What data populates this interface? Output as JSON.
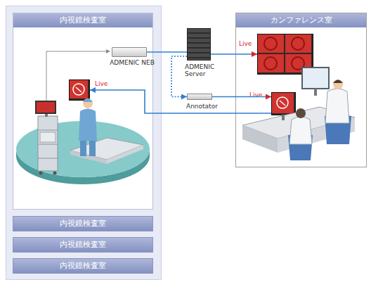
{
  "diagram": {
    "nodes": [
      {
        "text": [
          "内視鏡検査室"
        ]
      },
      {
        "text": [
          "ADMENIC NEB"
        ],
        "in": 0
      },
      {
        "text": [
          "Live"
        ],
        "in": 0
      },
      {
        "text": [
          "ADMENIC Server"
        ]
      },
      {
        "text": [
          "Annotator"
        ]
      },
      {
        "text": [
          "カンファレンス室"
        ]
      },
      {
        "text": [
          "Live"
        ],
        "in": 5
      },
      {
        "text": [
          "Live"
        ],
        "in": 5
      },
      {
        "text": [
          "内視鏡検査室"
        ]
      },
      {
        "text": [
          "内視鏡検査室"
        ]
      },
      {
        "text": [
          "内視鏡検査室"
        ]
      }
    ],
    "edges": [
      {
        "from": 1,
        "to": 3,
        "arrow": "none"
      },
      {
        "from": 3,
        "to": 6,
        "arrow": "to"
      },
      {
        "from": 3,
        "to": 4,
        "arrow": "to"
      },
      {
        "from": 4,
        "to": 7,
        "arrow": "to"
      },
      {
        "from": 7,
        "to": 2,
        "arrow": "to"
      }
    ]
  }
}
